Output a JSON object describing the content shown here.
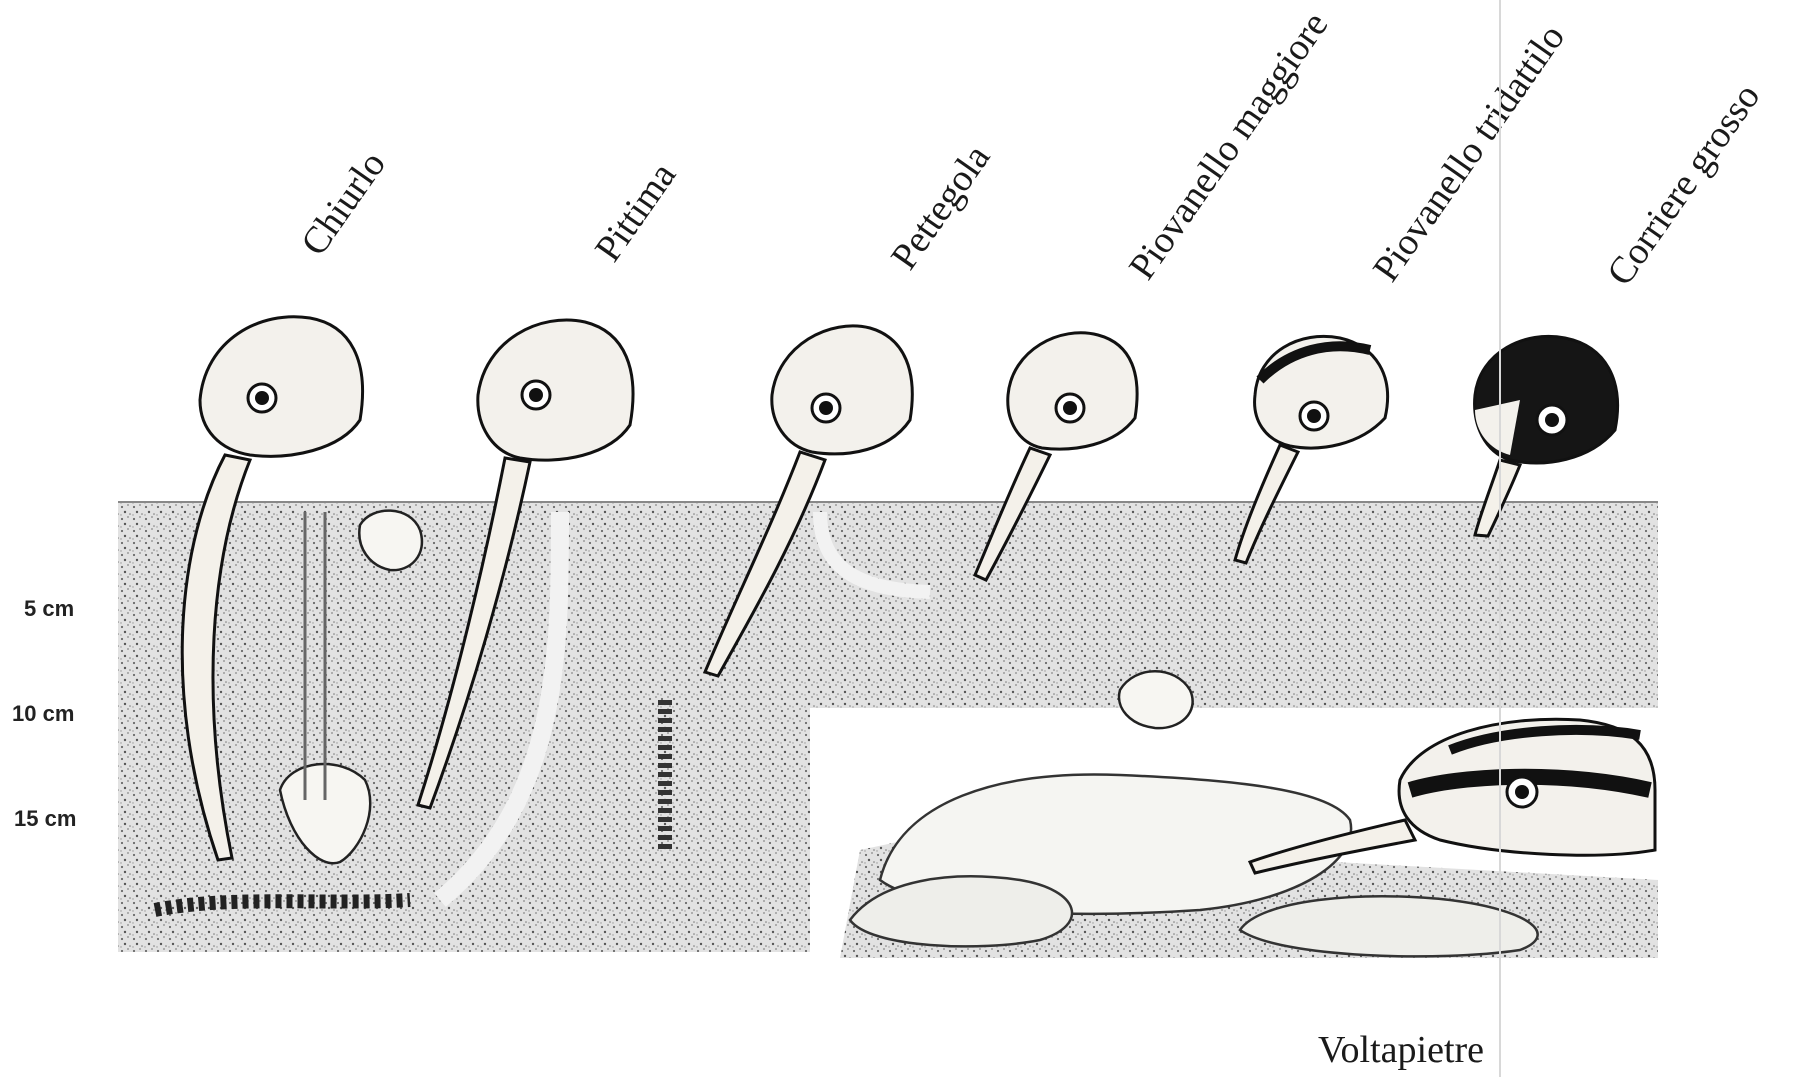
{
  "depth_markers": [
    "5 cm",
    "10 cm",
    "15 cm"
  ],
  "species": [
    {
      "label": "Chiurlo"
    },
    {
      "label": "Pittima"
    },
    {
      "label": "Pettegola"
    },
    {
      "label": "Piovanello maggiore"
    },
    {
      "label": "Piovanello tridattilo"
    },
    {
      "label": "Corriere grosso"
    }
  ],
  "bottom_label": "Voltapietre"
}
